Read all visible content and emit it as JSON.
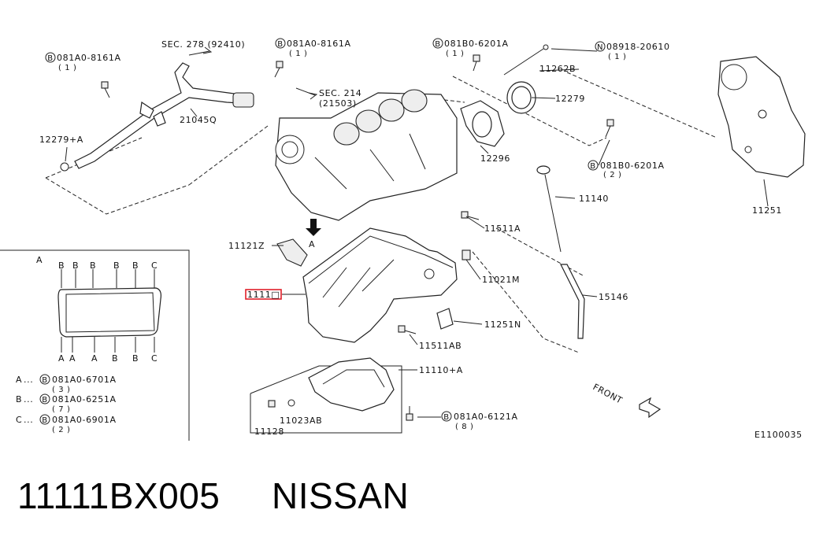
{
  "diagram": {
    "diagram_code": "E1100035",
    "highlighted_part": "1111□",
    "front_label": "FRONT",
    "view_marker": "A",
    "labels": {
      "sec278": "SEC. 278 (92410)",
      "b_tl_bolt": "081A0-8161A",
      "b_tl_qty": "( 1 )",
      "b_top_bolt": "081A0-8161A",
      "b_top_qty": "( 1 )",
      "b_top2_bolt": "081B0-6201A",
      "b_top2_qty": "( 1 )",
      "n_bolt": "08918-20610",
      "n_qty": "( 1 )",
      "p11262B": "11262B",
      "p12279": "12279",
      "sec214_a": "SEC. 214",
      "sec214_b": "(21503)",
      "p21045Q": "21045Q",
      "p12279A": "12279+A",
      "p12296": "12296",
      "b_mid_bolt": "081B0-6201A",
      "b_mid_qty": "( 2 )",
      "p11140": "11140",
      "p11251": "11251",
      "p11511A": "11511A",
      "p11121Z": "11121Z",
      "p11021M": "11021M",
      "p15146": "15146",
      "p11251N": "11251N",
      "p11511AB": "11511AB",
      "p11110A": "11110+A",
      "p11023AB": "11023AB",
      "p11128": "11128",
      "b_bot_bolt": "081A0-6121A",
      "b_bot_qty": "( 8 )"
    },
    "legend": {
      "title": "A",
      "top_letters": [
        "B",
        "B",
        "B",
        "B",
        "B",
        "C"
      ],
      "top_letter_first": "B",
      "bottom_letters": [
        "A",
        "A",
        "A",
        "B",
        "B",
        "C"
      ],
      "bottom_letter_first": "A",
      "rows": [
        {
          "key": "A",
          "part": "081A0-6701A",
          "qty": "( 3 )"
        },
        {
          "key": "B",
          "part": "081A0-6251A",
          "qty": "( 7 )"
        },
        {
          "key": "C",
          "part": "081A0-6901A",
          "qty": "( 2 )"
        }
      ]
    }
  },
  "caption": {
    "part_number": "11111BX005",
    "brand": "NISSAN"
  }
}
